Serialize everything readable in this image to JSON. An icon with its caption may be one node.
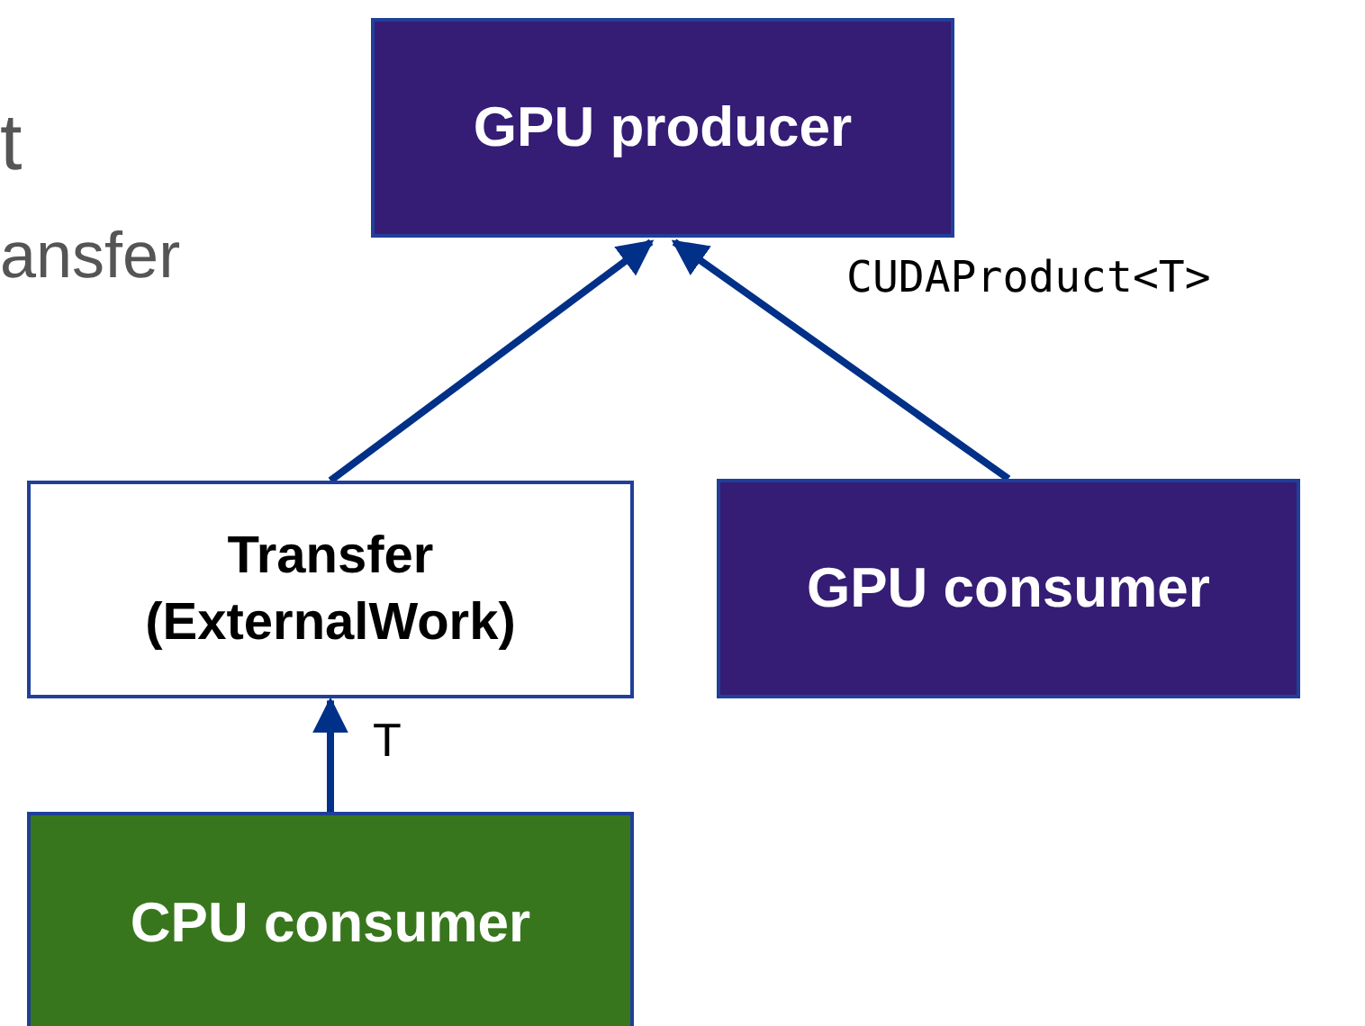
{
  "diagram": {
    "nodes": [
      {
        "text": [
          "GPU producer"
        ]
      },
      {
        "text": [
          "Transfer (ExternalWork)"
        ]
      },
      {
        "text": [
          "GPU consumer"
        ]
      },
      {
        "text": [
          "CPU consumer"
        ]
      }
    ],
    "edges": [
      {
        "from": 1,
        "to": 0,
        "arrow": "to"
      },
      {
        "from": 2,
        "to": 0,
        "arrow": "to",
        "label": "CUDAProduct<T>"
      },
      {
        "from": 3,
        "to": 1,
        "arrow": "to",
        "label": "T"
      }
    ],
    "labels": [
      "t",
      "ansfer"
    ]
  }
}
